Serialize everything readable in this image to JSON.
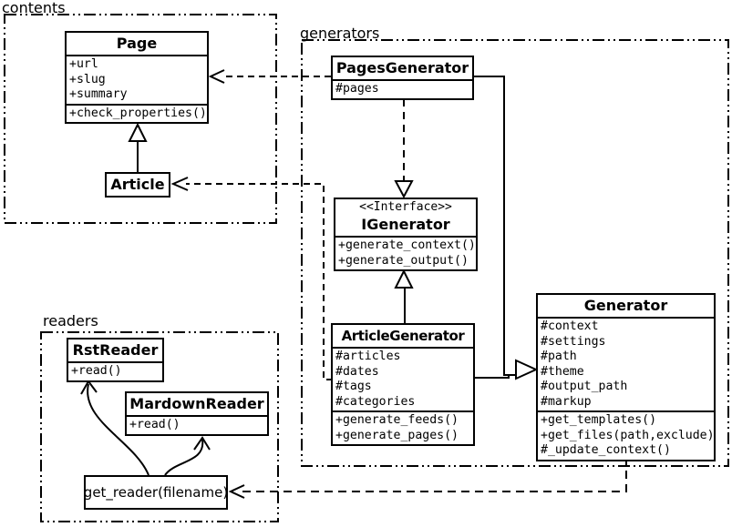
{
  "packages": {
    "contents": {
      "label": "contents"
    },
    "generators": {
      "label": "generators"
    },
    "readers": {
      "label": "readers"
    }
  },
  "classes": {
    "page": {
      "title": "Page",
      "attributes": [
        "+url",
        "+slug",
        "+summary"
      ],
      "methods": [
        "+check_properties()"
      ]
    },
    "article": {
      "title": "Article"
    },
    "pages_generator": {
      "title": "PagesGenerator",
      "attributes": [
        "#pages"
      ]
    },
    "igenerator": {
      "stereotype": "<<Interface>>",
      "title": "IGenerator",
      "methods": [
        "+generate_context()",
        "+generate_output()"
      ]
    },
    "article_generator": {
      "title": "ArticleGenerator",
      "attributes": [
        "#articles",
        "#dates",
        "#tags",
        "#categories"
      ],
      "methods": [
        "+generate_feeds()",
        "+generate_pages()"
      ]
    },
    "generator": {
      "title": "Generator",
      "attributes": [
        "#context",
        "#settings",
        "#path",
        "#theme",
        "#output_path",
        "#markup"
      ],
      "methods": [
        "+get_templates()",
        "+get_files(path,exclude)",
        "#_update_context()"
      ]
    },
    "rst_reader": {
      "title": "RstReader",
      "methods": [
        "+read()"
      ]
    },
    "mardown_reader": {
      "title": "MardownReader",
      "methods": [
        "+read()"
      ]
    },
    "get_reader": {
      "title": "get_reader(filename)"
    }
  },
  "edges": [
    {
      "type": "generalization",
      "from": "Article",
      "to": "Page"
    },
    {
      "type": "dependency",
      "from": "PagesGenerator",
      "to": "Page"
    },
    {
      "type": "dependency",
      "from": "ArticleGenerator",
      "to": "Article"
    },
    {
      "type": "realization",
      "from": "PagesGenerator",
      "to": "IGenerator"
    },
    {
      "type": "generalization",
      "from": "ArticleGenerator",
      "to": "IGenerator"
    },
    {
      "type": "generalization",
      "from": "PagesGenerator",
      "to": "Generator"
    },
    {
      "type": "generalization",
      "from": "ArticleGenerator",
      "to": "Generator"
    },
    {
      "type": "dependency",
      "from": "Generator",
      "to": "get_reader"
    },
    {
      "type": "arrow",
      "from": "get_reader",
      "to": "RstReader"
    },
    {
      "type": "arrow",
      "from": "get_reader",
      "to": "MardownReader"
    }
  ],
  "colors": {
    "stroke": "#000000",
    "background": "#ffffff",
    "box_fill": "#ffffff"
  }
}
